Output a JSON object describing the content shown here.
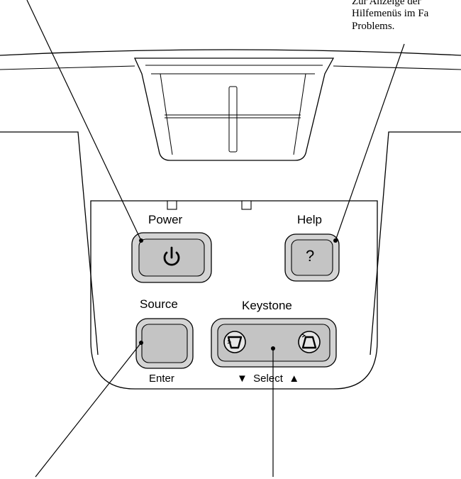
{
  "callout_text": {
    "line1": "Zur Anzeige der",
    "line2": "Hilfemenüs im Fa",
    "line3": "Problems."
  },
  "panel": {
    "power_label": "Power",
    "help_label": "Help",
    "source_label": "Source",
    "enter_label": "Enter",
    "keystone_label": "Keystone",
    "select_label": "▼  Select  ▲",
    "help_glyph": "?"
  },
  "icons": {
    "power": "power-symbol-icon",
    "help": "question-mark-icon",
    "keystone_down": "keystone-down-icon",
    "keystone_up": "keystone-up-icon"
  },
  "colors": {
    "button_fill": "#c8c8c8",
    "line": "#000000"
  }
}
